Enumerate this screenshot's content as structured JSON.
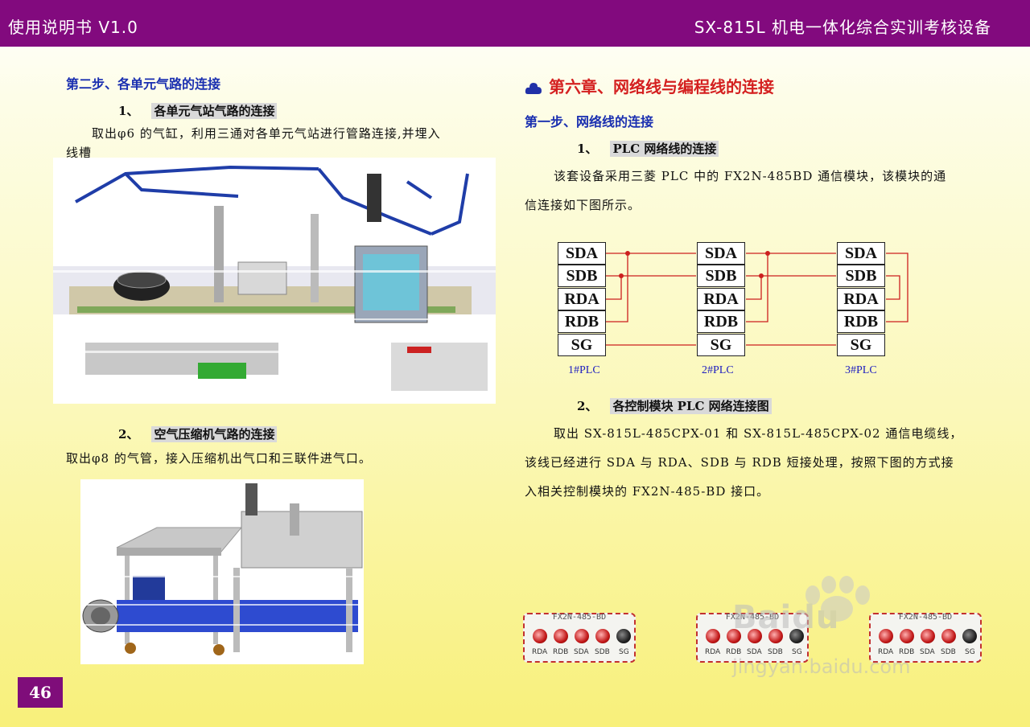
{
  "header": {
    "left": "使用说明书   V1.0",
    "right": "SX-815L 机电一体化综合实训考核设备"
  },
  "left": {
    "step2_title": "第二步、各单元气路的连接",
    "item1_num": "1、",
    "item1_title": "各单元气站气路的连接",
    "item1_text_line1": "取出φ6 的气缸，利用三通对各单元气站进行管路连接,并埋入",
    "item1_text_line2": "线槽",
    "item2_num": "2、",
    "item2_title": "空气压缩机气路的连接",
    "item2_text": "取出φ8 的气管，接入压缩机出气口和三联件进气口。"
  },
  "right": {
    "chapter_title": "第六章、网络线与编程线的连接",
    "step1_title": "第一步、网络线的连接",
    "item1_num": "1、",
    "item1_title": "PLC 网络线的连接",
    "item1_text_line1": "该套设备采用三菱 PLC 中的 FX2N-485BD 通信模块，该模块的通",
    "item1_text_line2": "信连接如下图所示。",
    "item2_num": "2、",
    "item2_title": "各控制模块 PLC 网络连接图",
    "item2_text_line1": "取出 SX-815L-485CPX-01 和 SX-815L-485CPX-02 通信电缆线，",
    "item2_text_line2": "该线已经进行 SDA 与 RDA、SDB 与 RDB 短接处理，按照下图的方式接",
    "item2_text_line3": "入相关控制模块的 FX2N-485-BD 接口。"
  },
  "diagram": {
    "terminals": [
      "SDA",
      "SDB",
      "RDA",
      "RDB",
      "SG"
    ],
    "plc_labels": [
      "1#PLC",
      "2#PLC",
      "3#PLC"
    ],
    "wire_color": "#cc1f1f"
  },
  "ports": {
    "panel_labels": [
      "FX2N-485-BD",
      "FX2N-485-BD",
      "FX2N-485-BD"
    ],
    "port_names": [
      "RDA",
      "RDB",
      "SDA",
      "SDB",
      "SG"
    ]
  },
  "watermark": {
    "brand": "Baidu",
    "site": "jingyan.baidu.com"
  },
  "page_number": "46",
  "colors": {
    "header_bg": "#820a7e",
    "heading_blue": "#1a2fb0",
    "chapter_red": "#d42020"
  }
}
